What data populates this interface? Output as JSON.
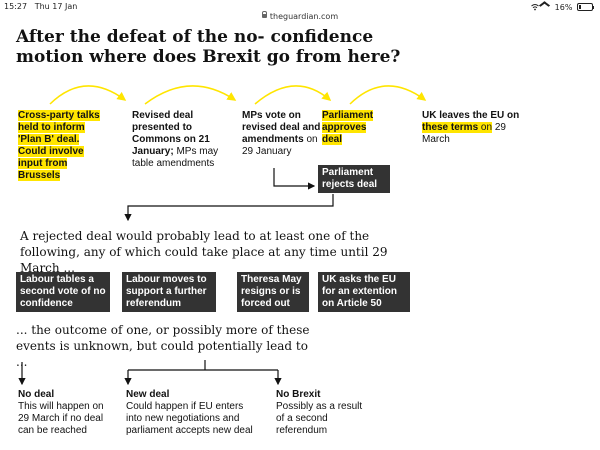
{
  "statusbar": {
    "time": "15:27",
    "date": "Thu 17 Jan",
    "url": "theguardian.com",
    "battery": "16%"
  },
  "headline": "After the defeat of the no- confidence motion where does Brexit go from here?",
  "steps": [
    {
      "text": "Cross-party talks held to inform 'Plan B' deal. Could involve input from Brussels"
    },
    {
      "bold": "Revised deal presented to Commons on 21 January;",
      "rest": " MPs may table amendments"
    },
    {
      "bold": "MPs vote on revised deal and amendments",
      "rest": " on 29 January"
    },
    {
      "text": "Parliament approves deal"
    },
    {
      "bold_a": "UK leaves the EU on",
      "bold_hl": "these terms",
      "rest_hl": " on",
      "rest": " 29 March"
    }
  ],
  "rejects": "Parliament rejects deal",
  "rejected_intro": "A rejected deal would probably lead to at least one of the following, any of which could take place at any time until 29 March ...",
  "events": [
    "Labour tables a second vote of no confidence",
    "Labour moves to support a further referendum",
    "Theresa May resigns or is forced out",
    "UK asks the EU for an extention on Article 50"
  ],
  "outcome_intro": "... the outcome of one, or possibly more of these events is unknown, but could potentially lead to ...",
  "outcomes": [
    {
      "title": "No deal",
      "text": "This will happen on 29 March if no deal can be reached"
    },
    {
      "title": "New deal",
      "text": "Could happen if EU enters into new negotiations and parliament accepts new deal"
    },
    {
      "title": "No Brexit",
      "text": "Possibly as a result of a second referendum"
    }
  ],
  "colors": {
    "highlight": "#ffe500",
    "box": "#333333",
    "line": "#121212"
  }
}
